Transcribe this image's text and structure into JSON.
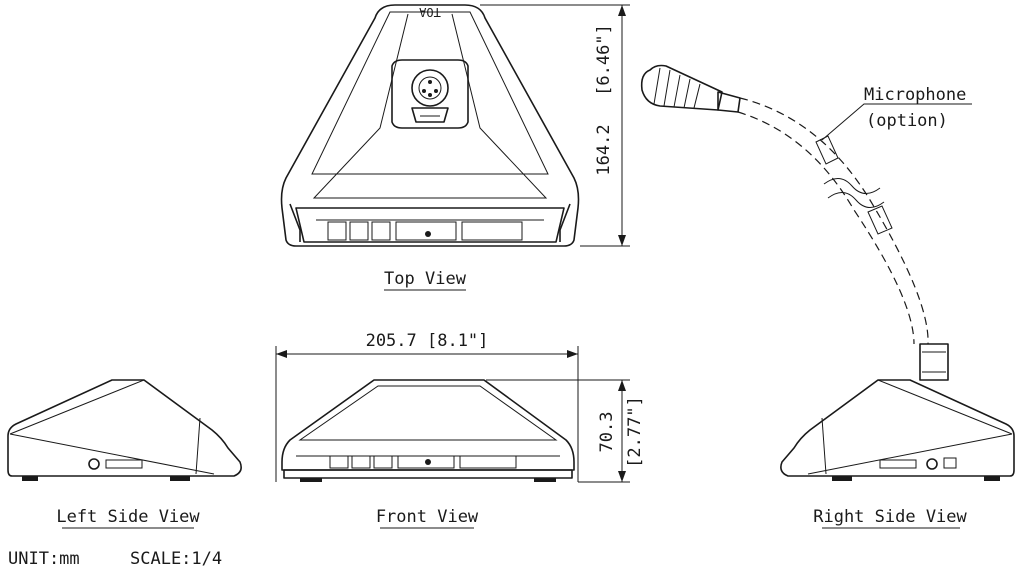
{
  "views": {
    "top": "Top View",
    "front": "Front View",
    "left": "Left Side View",
    "right": "Right Side View"
  },
  "dimensions": {
    "height": {
      "mm": "164.2",
      "inch": "[6.46\"]"
    },
    "width": {
      "text": "205.7 [8.1\"]"
    },
    "depth": {
      "mm": "70.3",
      "inch": "[2.77\"]"
    }
  },
  "microphone": {
    "line1": "Microphone",
    "line2": "(option)"
  },
  "footer": {
    "unit": "UNIT:mm",
    "scale": "SCALE:1/4"
  },
  "brand_mark": "TOA"
}
